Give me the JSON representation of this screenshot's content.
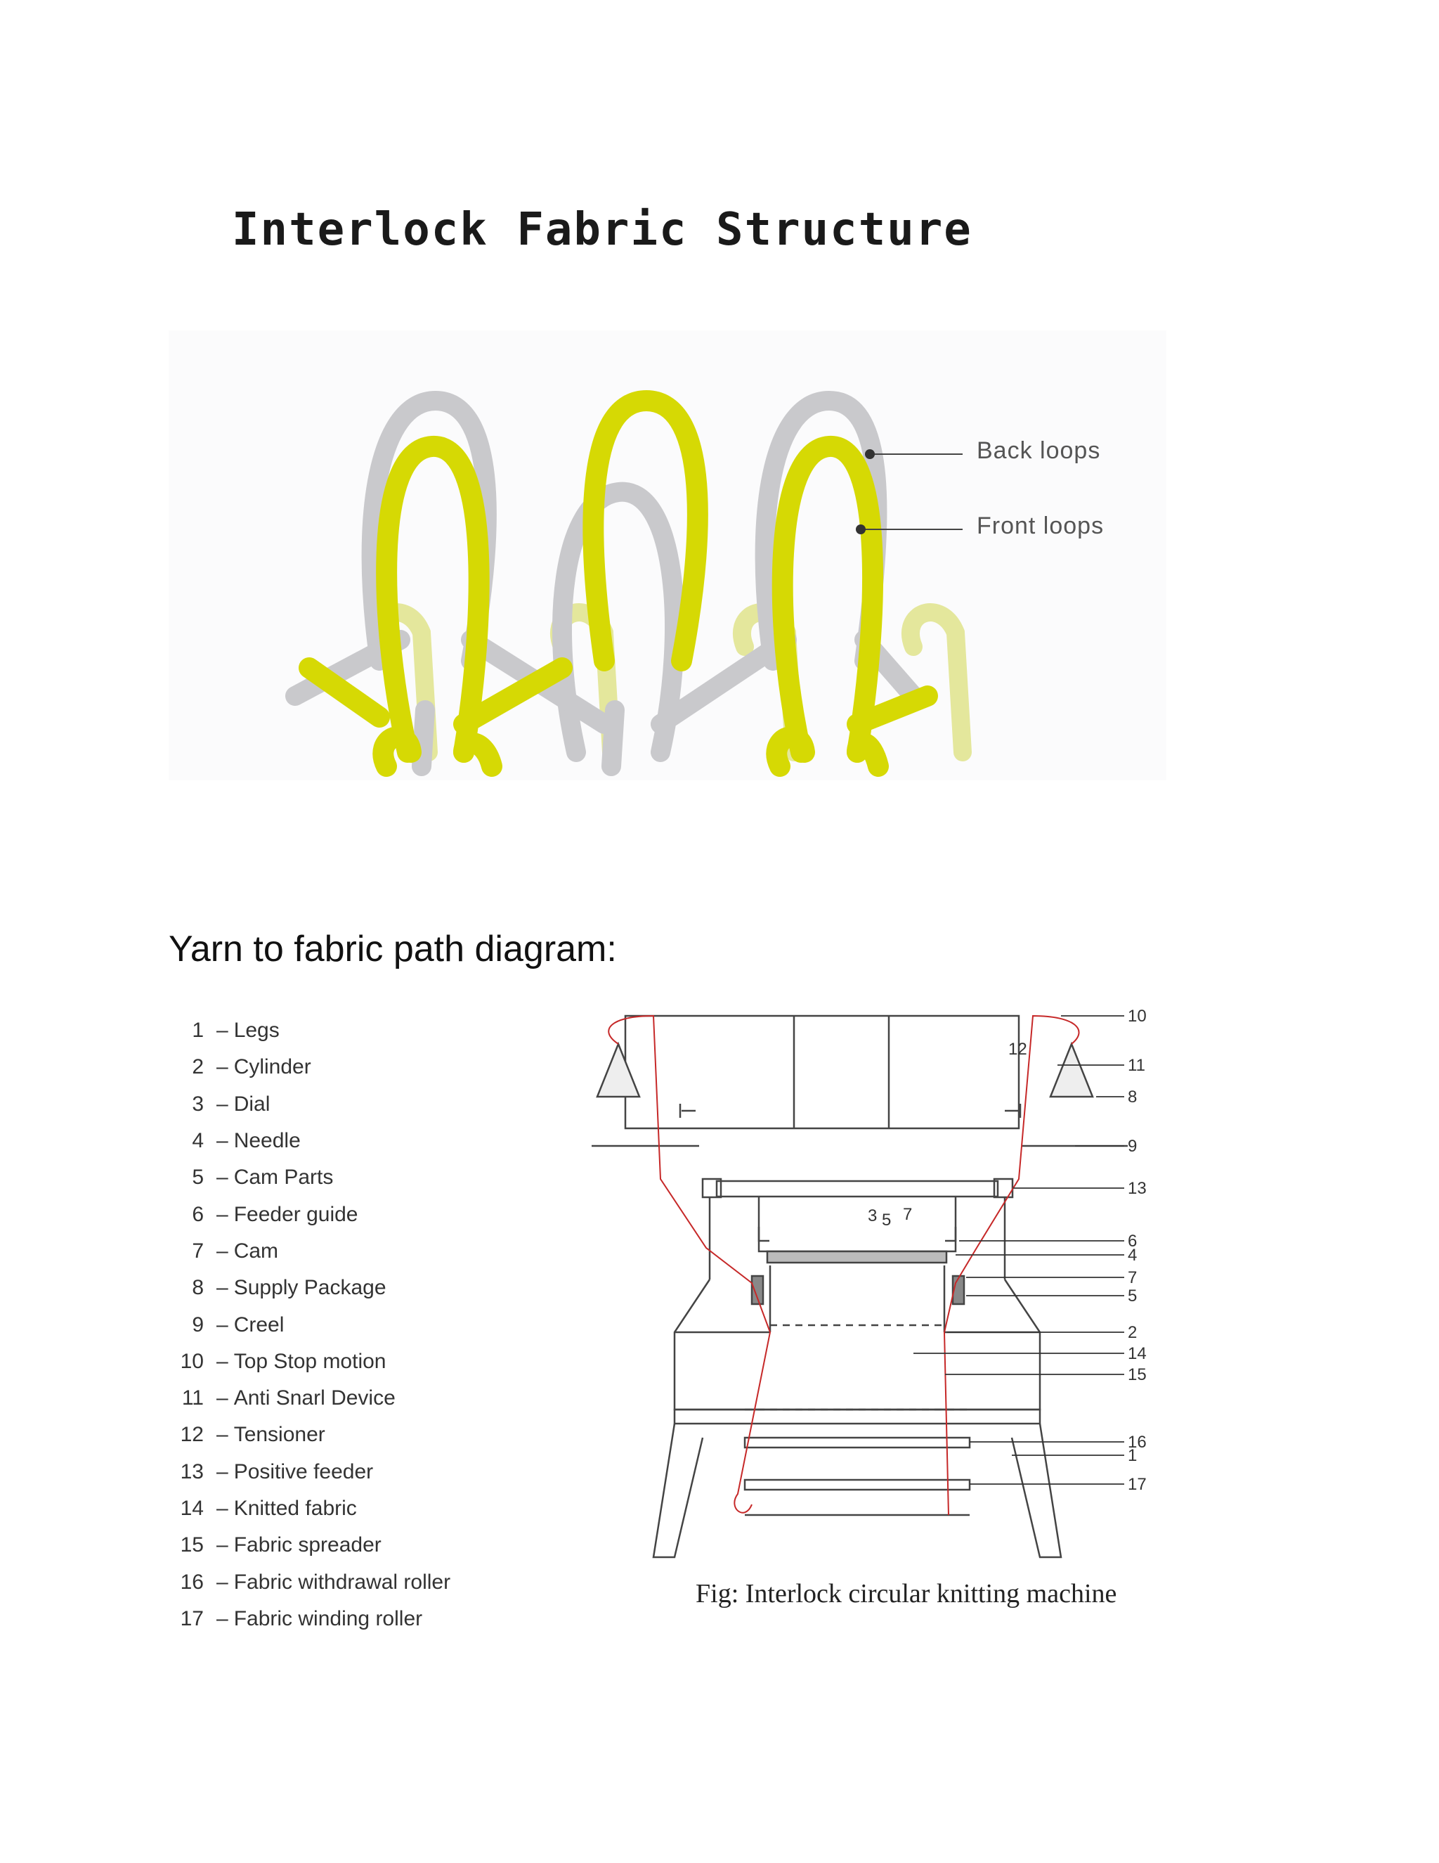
{
  "fabric_figure": {
    "title": "Interlock Fabric Structure",
    "labels": {
      "back": "Back loops",
      "front": "Front loops"
    },
    "colors": {
      "back_loop": "#c9c9cc",
      "front_loop": "#d6d904",
      "front_loop_faded": "#e4e79c"
    }
  },
  "path_section": {
    "heading": "Yarn  to fabric path diagram:"
  },
  "parts": [
    {
      "num": "1",
      "name": "Legs"
    },
    {
      "num": "2",
      "name": "Cylinder"
    },
    {
      "num": "3",
      "name": "Dial"
    },
    {
      "num": "4",
      "name": "Needle"
    },
    {
      "num": "5",
      "name": "Cam Parts"
    },
    {
      "num": "6",
      "name": "Feeder guide"
    },
    {
      "num": "7",
      "name": "Cam"
    },
    {
      "num": "8",
      "name": "Supply Package"
    },
    {
      "num": "9",
      "name": "Creel"
    },
    {
      "num": "10",
      "name": "Top Stop motion"
    },
    {
      "num": "11",
      "name": "Anti Snarl Device"
    },
    {
      "num": "12",
      "name": "Tensioner"
    },
    {
      "num": "13",
      "name": "Positive feeder"
    },
    {
      "num": "14",
      "name": "Knitted fabric"
    },
    {
      "num": "15",
      "name": "Fabric spreader"
    },
    {
      "num": "16",
      "name": "Fabric withdrawal roller"
    },
    {
      "num": "17",
      "name": "Fabric winding roller"
    }
  ],
  "machine": {
    "caption": "Fig: Interlock  circular knitting machine",
    "callouts": {
      "c10": "10",
      "c11": "11",
      "c8": "8",
      "c9": "9",
      "c13": "13",
      "c6": "6",
      "c4": "4",
      "c7": "7",
      "c5": "5",
      "c2": "2",
      "c14": "14",
      "c15": "15",
      "c16": "16",
      "c1": "1",
      "c17": "17",
      "in12": "12",
      "in3": "3",
      "in5": "5",
      "in7": "7"
    },
    "colors": {
      "line": "#444444",
      "yarn": "#c62828"
    }
  }
}
